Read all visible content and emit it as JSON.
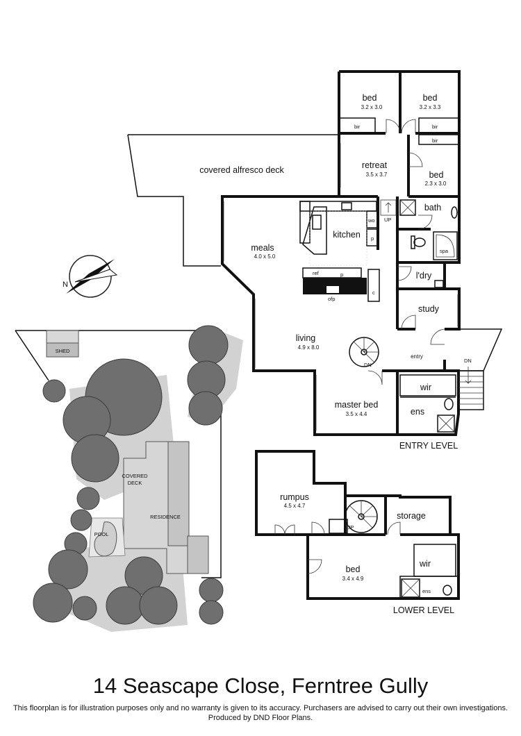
{
  "rooms": {
    "bed1": {
      "name": "bed",
      "size": "3.2 x 3.0"
    },
    "bed2": {
      "name": "bed",
      "size": "3.2 x 3.3"
    },
    "retreat": {
      "name": "retreat",
      "size": "3.5 x 3.7"
    },
    "bed3": {
      "name": "bed",
      "size": "2.3 x 3.0"
    },
    "bath": {
      "name": "bath"
    },
    "spa": {
      "name": "spa"
    },
    "kitchen": {
      "name": "kitchen"
    },
    "meals": {
      "name": "meals",
      "size": "4.0 x 5.0"
    },
    "laundry": {
      "name": "l'dry"
    },
    "study": {
      "name": "study"
    },
    "living": {
      "name": "living",
      "size": "4.9 x 8.0"
    },
    "entry": {
      "name": "entry"
    },
    "master_bed": {
      "name": "master bed",
      "size": "3.5 x 4.4"
    },
    "wir_upper": {
      "name": "wir"
    },
    "ens_upper": {
      "name": "ens"
    },
    "rumpus": {
      "name": "rumpus",
      "size": "4.5 x 4.7"
    },
    "storage": {
      "name": "storage"
    },
    "bed_lower": {
      "name": "bed",
      "size": "3.4 x 4.9"
    },
    "wir_lower": {
      "name": "wir"
    },
    "ens_lower": {
      "name": "ens"
    }
  },
  "fixtures": {
    "bir": "bir",
    "wo": "wo",
    "p": "p",
    "ref": "ref",
    "c": "c",
    "ofp": "ofp",
    "up": "UP",
    "dn": "DN"
  },
  "outdoor": {
    "alfresco": "covered alfresco deck",
    "shed": "SHED",
    "covered_deck_line1": "COVERED",
    "covered_deck_line2": "DECK",
    "residence": "RESIDENCE",
    "pool": "POOL"
  },
  "levels": {
    "entry": "ENTRY LEVEL",
    "lower": "LOWER LEVEL"
  },
  "compass_letter": "N",
  "address": "14 Seascape Close, Ferntree Gully",
  "disclaimer_line1": "This floorplan is for illustration purposes only and no warranty is given to its accuracy. Purchasers are advised to carry out their own investigations.",
  "disclaimer_line2": "Produced by DND Floor Plans."
}
